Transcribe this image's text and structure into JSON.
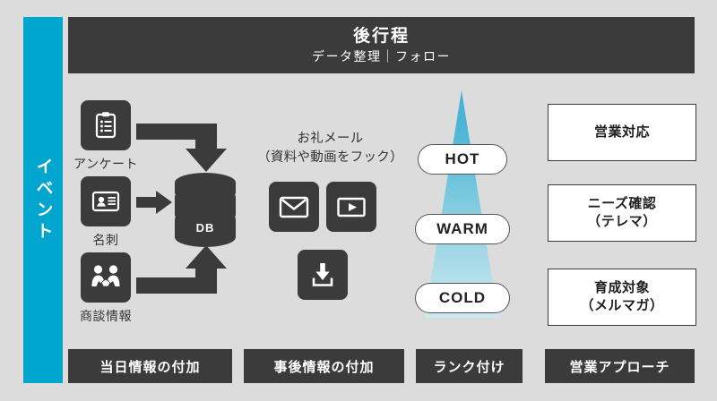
{
  "sidebar": {
    "label": "イベント",
    "color": "#00a6ce"
  },
  "header": {
    "title": "後行程",
    "subtitle": "データ整理｜フォロー",
    "bg_color": "#3b3b3b"
  },
  "sources": [
    {
      "icon": "clipboard-icon",
      "label": "アンケート"
    },
    {
      "icon": "business-card-icon",
      "label": "名刺"
    },
    {
      "icon": "handshake-icon",
      "label": "商談情報"
    }
  ],
  "database": {
    "label": "DB",
    "icon": "database-cylinder-icon"
  },
  "middle": {
    "caption_line1": "お礼メール",
    "caption_line2": "（資料や動画をフック）",
    "icons": [
      {
        "icon": "mail-icon"
      },
      {
        "icon": "video-play-icon"
      },
      {
        "icon": "download-icon"
      }
    ]
  },
  "funnel": {
    "gradient_top": "#3fb0d2",
    "gradient_bottom": "#c6e3ee",
    "ranks": [
      {
        "label": "HOT"
      },
      {
        "label": "WARM"
      },
      {
        "label": "COLD"
      }
    ]
  },
  "outcomes": [
    {
      "line1": "営業対応",
      "line2": ""
    },
    {
      "line1": "ニーズ確認",
      "line2": "（テレマ）"
    },
    {
      "line1": "育成対象",
      "line2": "（メルマガ）"
    }
  ],
  "steps": [
    {
      "label": "当日情報の付加"
    },
    {
      "label": "事後情報の付加"
    },
    {
      "label": "ランク付け"
    },
    {
      "label": "営業アプローチ"
    }
  ]
}
